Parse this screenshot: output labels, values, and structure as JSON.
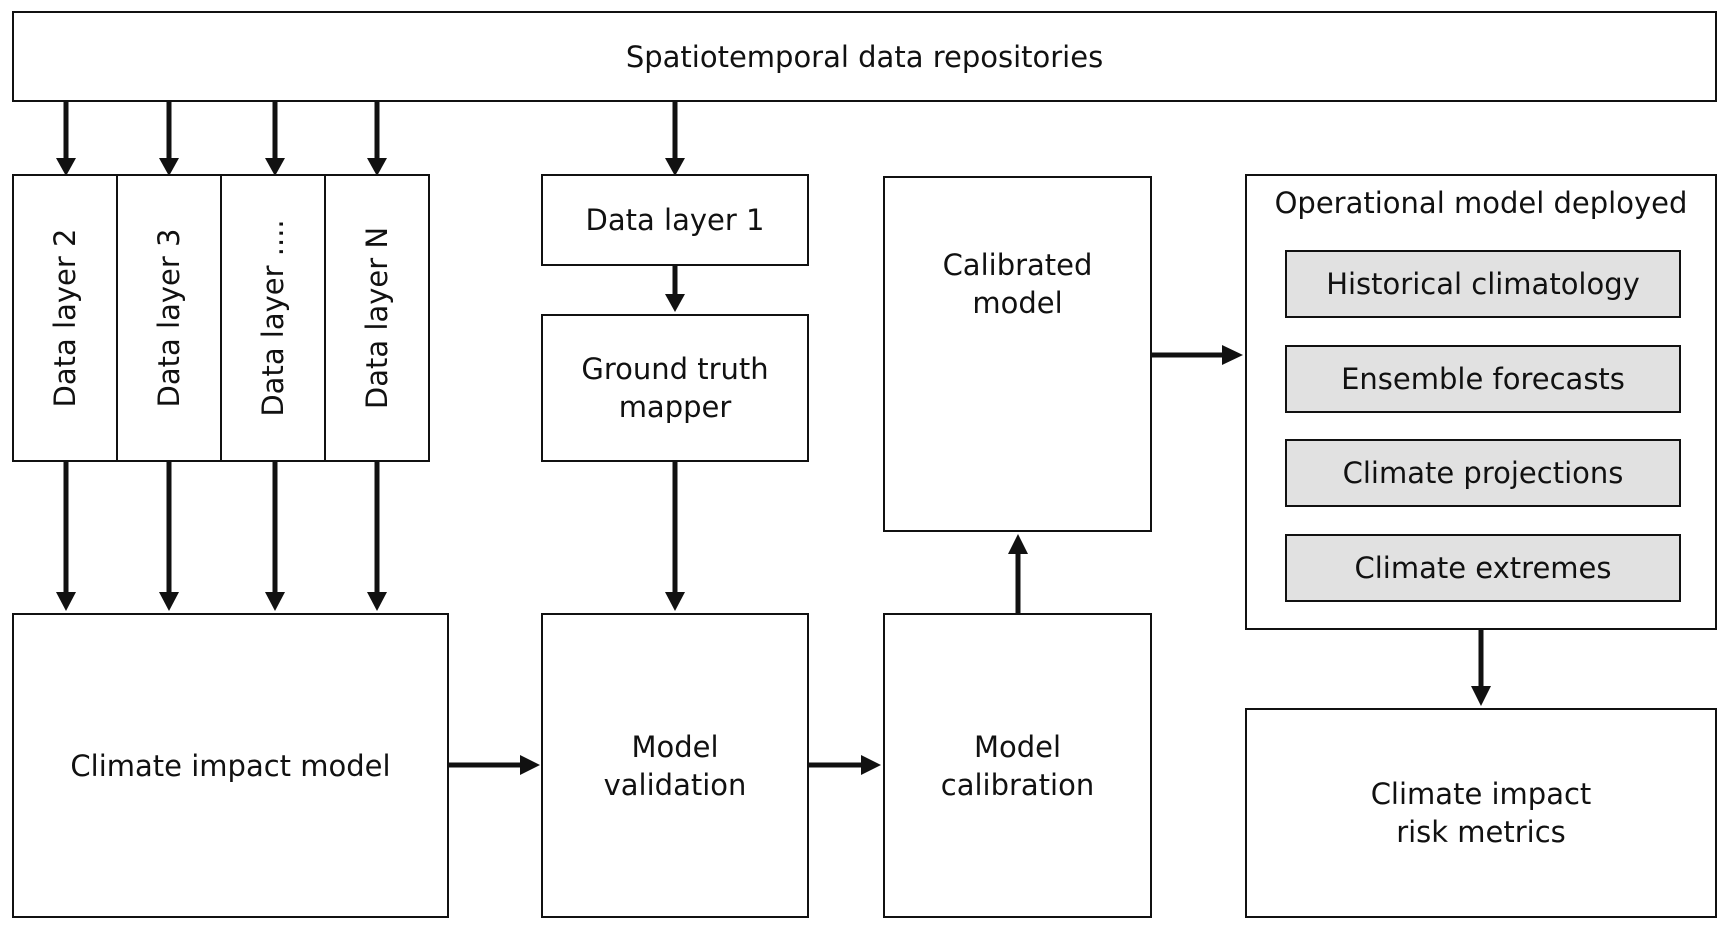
{
  "repositories": "Spatiotemporal data repositories",
  "data_layers": [
    "Data layer 2",
    "Data layer 3",
    "Data layer ....",
    "Data layer N"
  ],
  "data_layer_1": "Data layer 1",
  "ground_truth": [
    "Ground truth",
    "mapper"
  ],
  "climate_impact_model": "Climate impact model",
  "model_validation": [
    "Model",
    "validation"
  ],
  "model_calibration": [
    "Model",
    "calibration"
  ],
  "calibrated_model": [
    "Calibrated",
    "model"
  ],
  "operational": {
    "title": "Operational model deployed",
    "items": [
      "Historical climatology",
      "Ensemble forecasts",
      "Climate projections",
      "Climate extremes"
    ]
  },
  "risk_metrics": [
    "Climate impact",
    "risk metrics"
  ]
}
